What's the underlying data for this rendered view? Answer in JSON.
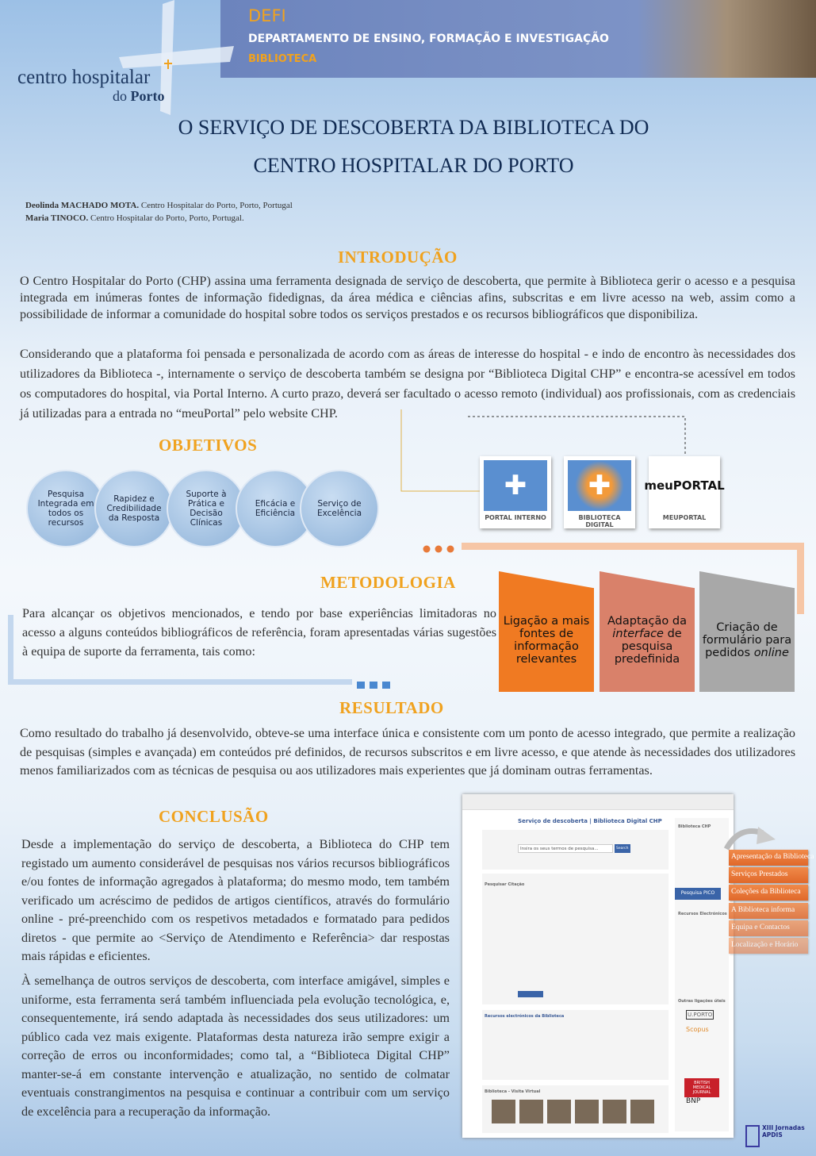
{
  "header": {
    "defi": "DEFI",
    "department": "DEPARTAMENTO DE ENSINO, FORMAÇÃO E INVESTIGAÇÃO",
    "section": "BIBLIOTECA",
    "logo_line1": "centro hospitalar",
    "logo_line2_a": "do ",
    "logo_line2_b": "Porto"
  },
  "title": {
    "line1": "O SERVIÇO DE DESCOBERTA DA BIBLIOTECA DO",
    "line2": "CENTRO HOSPITALAR DO PORTO"
  },
  "authors": [
    {
      "name": "Deolinda MACHADO MOTA.",
      "affiliation": " Centro Hospitalar do Porto, Porto, Portugal"
    },
    {
      "name": "Maria TINOCO.",
      "affiliation": " Centro Hospitalar do Porto, Porto, Portugal."
    }
  ],
  "intro": {
    "heading": "INTRODUÇÃO",
    "p1": "O Centro Hospitalar do Porto (CHP) assina uma ferramenta designada de serviço de descoberta, que permite à Biblioteca gerir o acesso e a pesquisa integrada em inúmeras fontes de informação fidedignas, da área médica e ciências afins, subscritas e em livre acesso na web, assim como a possibilidade de informar a comunidade do hospital sobre todos os serviços prestados e os recursos bibliográficos que disponibiliza.",
    "p2": "Considerando que a plataforma foi pensada e personalizada de acordo com as áreas de interesse do hospital - e indo de encontro às necessidades dos utilizadores da Biblioteca -, internamente o serviço de descoberta também se designa por “Biblioteca Digital CHP” e encontra-se acessível em todos os computadores do hospital, via Portal Interno. A curto prazo, deverá ser facultado o acesso remoto (individual) aos profissionais, com as credenciais já utilizadas para a entrada no “meuPortal” pelo website CHP."
  },
  "objectives": {
    "heading": "OBJETIVOS",
    "items": [
      "Pesquisa Integrada em todos os recursos",
      "Rapidez e Credibilidade da Resposta",
      "Suporte à Prática e Decisão Clínicas",
      "Eficácia e Eficiência",
      "Serviço de Excelência"
    ]
  },
  "portals": [
    {
      "label": "PORTAL INTERNO",
      "color": "#5a8fd0"
    },
    {
      "label": "BIBLIOTECA DIGITAL",
      "color": "#5a8fd0"
    },
    {
      "label": "MEUPORTAL",
      "logo": "meuPORTAL",
      "color": "#ffffff"
    }
  ],
  "methodology": {
    "heading": "METODOLOGIA",
    "text": "Para alcançar os objetivos mencionados, e tendo por base experiências limitadoras no acesso a alguns conteúdos bibliográficos de referência, foram apresentadas várias sugestões à equipa de suporte da ferramenta, tais como:",
    "steps": [
      {
        "text": "Ligação a mais fontes de informação relevantes",
        "color": "#f07a22"
      },
      {
        "text": "Adaptação da interface de pesquisa predefinida",
        "color": "#d9816a"
      },
      {
        "text": "Criação de formulário para pedidos online",
        "color": "#a8a8a8"
      }
    ]
  },
  "result": {
    "heading": "RESULTADO",
    "text": "Como resultado do trabalho já desenvolvido, obteve-se uma interface única e consistente com um ponto de acesso integrado, que permite a realização de pesquisas (simples e avançada) em conteúdos pré definidos, de recursos subscritos e em livre acesso, e que atende às necessidades dos utilizadores menos familiarizados com as técnicas de pesquisa ou aos utilizadores mais experientes que já dominam outras ferramentas."
  },
  "conclusion": {
    "heading": "CONCLUSÃO",
    "p1": "Desde a implementação do serviço de descoberta, a Biblioteca do CHP tem registado um aumento considerável de pesquisas nos vários recursos bibliográficos e/ou fontes de informação agregados à plataforma; do mesmo modo, tem também verificado um acréscimo de pedidos de artigos científicos, através do formulário online - pré-preenchido com os respetivos metadados e formatado para pedidos diretos - que permite ao <Serviço de Atendimento e Referência> dar respostas mais rápidas e eficientes.",
    "p2": "À semelhança de outros serviços de descoberta, com interface amigável, simples e uniforme, esta ferramenta será também influenciada pela evolução tecnológica, e, consequentemente, irá sendo adaptada às necessidades dos seus utilizadores: um público cada vez mais exigente. Plataformas desta natureza irão sempre exigir a correção de erros ou inconformidades; como tal, a “Biblioteca Digital CHP” manter-se-á em constante intervenção e atualização, no sentido de colmatar eventuais constrangimentos na pesquisa e continuar a contribuir com um serviço de excelência para a recuperação da informação."
  },
  "screenshot": {
    "title": "Serviço de descoberta | Biblioteca Digital CHP",
    "search_placeholder": "Insira os seus termos de pesquisa...",
    "search_button": "Search",
    "citation": "Pesquisar Citação",
    "resources": "Recursos electrónicos da Biblioteca",
    "tour": "Biblioteca - Visita Virtual",
    "side_title": "Biblioteca CHP",
    "pico": "Pesquisa PICO",
    "side_resources": "Recursos Electrónicos",
    "side_links": "Outras ligações úteis",
    "links": [
      "U.PORTO",
      "Scopus",
      "BRITISH MEDICAL JOURNAL",
      "BNP"
    ]
  },
  "menu": [
    "Apresentação da Biblioteca",
    "Serviços Prestados",
    "Coleções da Biblioteca",
    "A Biblioteca informa",
    "Equipa e Contactos",
    "Localização e Horário"
  ],
  "footer_logo": {
    "title": "XIII Jornadas APDIS"
  }
}
